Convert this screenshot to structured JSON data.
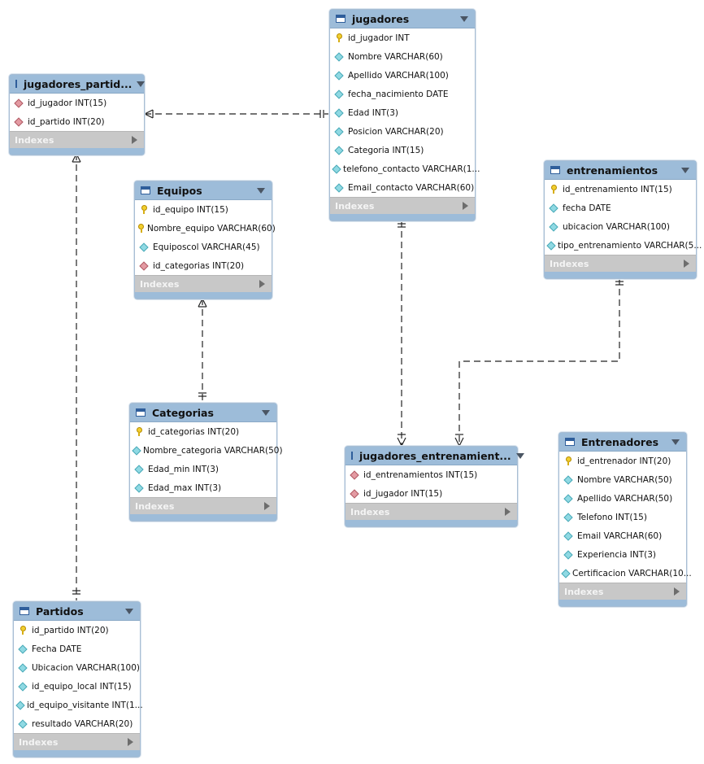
{
  "diagram": {
    "indexes_label": "Indexes",
    "tables": [
      {
        "id": "jugadores_partidos",
        "title": "jugadores_partid...",
        "columns": [
          {
            "icon": "fk",
            "text": "id_jugador INT(15)"
          },
          {
            "icon": "fk",
            "text": "id_partido INT(20)"
          }
        ]
      },
      {
        "id": "jugadores",
        "title": "jugadores",
        "columns": [
          {
            "icon": "pk",
            "text": "id_jugador INT"
          },
          {
            "icon": "col",
            "text": "Nombre VARCHAR(60)"
          },
          {
            "icon": "col",
            "text": "Apellido VARCHAR(100)"
          },
          {
            "icon": "col",
            "text": "fecha_nacimiento DATE"
          },
          {
            "icon": "col",
            "text": "Edad INT(3)"
          },
          {
            "icon": "col",
            "text": "Posicion VARCHAR(20)"
          },
          {
            "icon": "col",
            "text": "Categoria INT(15)"
          },
          {
            "icon": "col",
            "text": "telefono_contacto VARCHAR(1..."
          },
          {
            "icon": "col",
            "text": "Email_contacto VARCHAR(60)"
          }
        ]
      },
      {
        "id": "equipos",
        "title": "Equipos",
        "columns": [
          {
            "icon": "pk",
            "text": "id_equipo INT(15)"
          },
          {
            "icon": "pk",
            "text": "Nombre_equipo VARCHAR(60)"
          },
          {
            "icon": "col",
            "text": "Equiposcol VARCHAR(45)"
          },
          {
            "icon": "fk",
            "text": "id_categorias INT(20)"
          }
        ]
      },
      {
        "id": "entrenamientos",
        "title": "entrenamientos",
        "columns": [
          {
            "icon": "pk",
            "text": "id_entrenamiento INT(15)"
          },
          {
            "icon": "col",
            "text": "fecha DATE"
          },
          {
            "icon": "col",
            "text": "ubicacion VARCHAR(100)"
          },
          {
            "icon": "col",
            "text": "tipo_entrenamiento VARCHAR(5..."
          }
        ]
      },
      {
        "id": "categorias",
        "title": "Categorias",
        "columns": [
          {
            "icon": "pk",
            "text": "id_categorias INT(20)"
          },
          {
            "icon": "col",
            "text": "Nombre_categoria VARCHAR(50)"
          },
          {
            "icon": "col",
            "text": "Edad_min INT(3)"
          },
          {
            "icon": "col",
            "text": "Edad_max INT(3)"
          }
        ]
      },
      {
        "id": "jugadores_entrenamientos",
        "title": "jugadores_entrenamient...",
        "columns": [
          {
            "icon": "fk",
            "text": "id_entrenamientos INT(15)"
          },
          {
            "icon": "fk",
            "text": "id_jugador INT(15)"
          }
        ]
      },
      {
        "id": "entrenadores",
        "title": "Entrenadores",
        "columns": [
          {
            "icon": "pk",
            "text": "id_entrenador INT(20)"
          },
          {
            "icon": "col",
            "text": "Nombre VARCHAR(50)"
          },
          {
            "icon": "col",
            "text": "Apellido VARCHAR(50)"
          },
          {
            "icon": "col",
            "text": "Telefono INT(15)"
          },
          {
            "icon": "col",
            "text": "Email VARCHAR(60)"
          },
          {
            "icon": "col",
            "text": "Experiencia INT(3)"
          },
          {
            "icon": "col",
            "text": "Certificacion VARCHAR(10..."
          }
        ]
      },
      {
        "id": "partidos",
        "title": "Partidos",
        "columns": [
          {
            "icon": "pk",
            "text": "id_partido INT(20)"
          },
          {
            "icon": "col",
            "text": "Fecha DATE"
          },
          {
            "icon": "col",
            "text": "Ubicacion VARCHAR(100)"
          },
          {
            "icon": "col",
            "text": "id_equipo_local INT(15)"
          },
          {
            "icon": "col",
            "text": "id_equipo_visitante INT(1..."
          },
          {
            "icon": "col",
            "text": "resultado VARCHAR(20)"
          }
        ]
      }
    ]
  }
}
